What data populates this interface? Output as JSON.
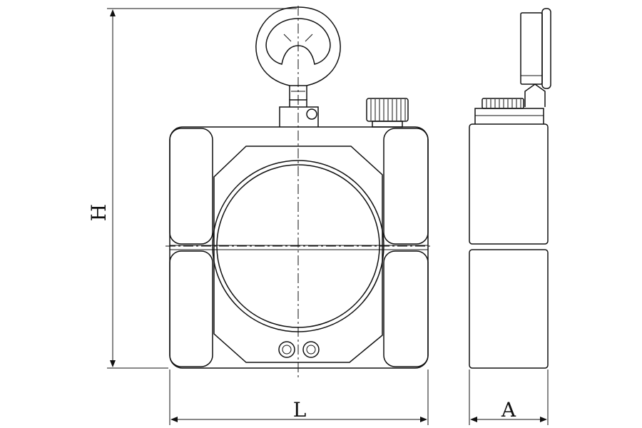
{
  "dimensions": {
    "height_label": "H",
    "length_label": "L",
    "width_label": "A"
  }
}
